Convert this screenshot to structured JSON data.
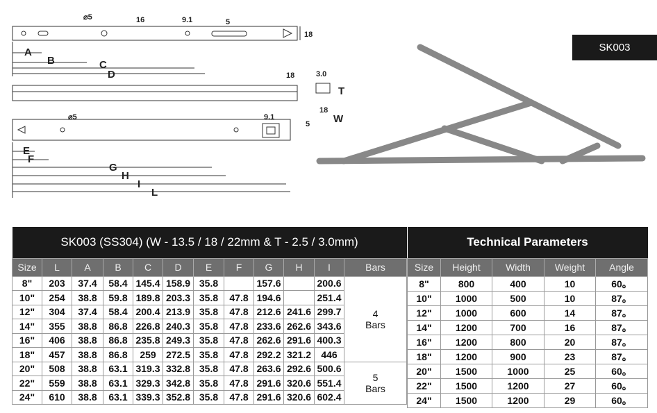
{
  "badge": "SK003",
  "drawing_labels": {
    "top": {
      "phi5": "⌀5",
      "d16": "16",
      "d91": "9.1",
      "d5": "5",
      "d18": "18",
      "A": "A",
      "B": "B",
      "C": "C",
      "D": "D"
    },
    "side": {
      "d18": "18",
      "d30": "3.0",
      "T": "T",
      "d18w": "18",
      "W": "W"
    },
    "bottom": {
      "phi5": "⌀5",
      "d91": "9.1",
      "d5": "5",
      "E": "E",
      "F": "F",
      "G": "G",
      "H": "H",
      "I": "I",
      "L": "L"
    }
  },
  "spec_table": {
    "title": "SK003 (SS304)  (W - 13.5 / 18 / 22mm & T - 2.5 / 3.0mm)",
    "headers": [
      "Size",
      "L",
      "A",
      "B",
      "C",
      "D",
      "E",
      "F",
      "G",
      "H",
      "I",
      "Bars"
    ],
    "rows": [
      [
        "8\"",
        "203",
        "37.4",
        "58.4",
        "145.4",
        "158.9",
        "35.8",
        "",
        "157.6",
        "",
        "200.6"
      ],
      [
        "10\"",
        "254",
        "38.8",
        "59.8",
        "189.8",
        "203.3",
        "35.8",
        "47.8",
        "194.6",
        "",
        "251.4"
      ],
      [
        "12\"",
        "304",
        "37.4",
        "58.4",
        "200.4",
        "213.9",
        "35.8",
        "47.8",
        "212.6",
        "241.6",
        "299.7"
      ],
      [
        "14\"",
        "355",
        "38.8",
        "86.8",
        "226.8",
        "240.3",
        "35.8",
        "47.8",
        "233.6",
        "262.6",
        "343.6"
      ],
      [
        "16\"",
        "406",
        "38.8",
        "86.8",
        "235.8",
        "249.3",
        "35.8",
        "47.8",
        "262.6",
        "291.6",
        "400.3"
      ],
      [
        "18\"",
        "457",
        "38.8",
        "86.8",
        "259",
        "272.5",
        "35.8",
        "47.8",
        "292.2",
        "321.2",
        "446"
      ],
      [
        "20\"",
        "508",
        "38.8",
        "63.1",
        "319.3",
        "332.8",
        "35.8",
        "47.8",
        "263.6",
        "292.6",
        "500.6"
      ],
      [
        "22\"",
        "559",
        "38.8",
        "63.1",
        "329.3",
        "342.8",
        "35.8",
        "47.8",
        "291.6",
        "320.6",
        "551.4"
      ],
      [
        "24\"",
        "610",
        "38.8",
        "63.1",
        "339.3",
        "352.8",
        "35.8",
        "47.8",
        "291.6",
        "320.6",
        "602.4"
      ]
    ],
    "bars_groups": [
      {
        "num": "4",
        "label": "Bars"
      },
      {
        "num": "5",
        "label": "Bars"
      }
    ]
  },
  "tech_table": {
    "title": "Technical Parameters",
    "headers": [
      "Size",
      "Height",
      "Width",
      "Weight",
      "Angle"
    ],
    "rows": [
      [
        "8\"",
        "800",
        "400",
        "10",
        "60。"
      ],
      [
        "10\"",
        "1000",
        "500",
        "10",
        "87。"
      ],
      [
        "12\"",
        "1000",
        "600",
        "14",
        "87。"
      ],
      [
        "14\"",
        "1200",
        "700",
        "16",
        "87。"
      ],
      [
        "16\"",
        "1200",
        "800",
        "20",
        "87。"
      ],
      [
        "18\"",
        "1200",
        "900",
        "23",
        "87。"
      ],
      [
        "20\"",
        "1500",
        "1000",
        "25",
        "60。"
      ],
      [
        "22\"",
        "1500",
        "1200",
        "27",
        "60。"
      ],
      [
        "24\"",
        "1500",
        "1200",
        "29",
        "60。"
      ]
    ]
  }
}
